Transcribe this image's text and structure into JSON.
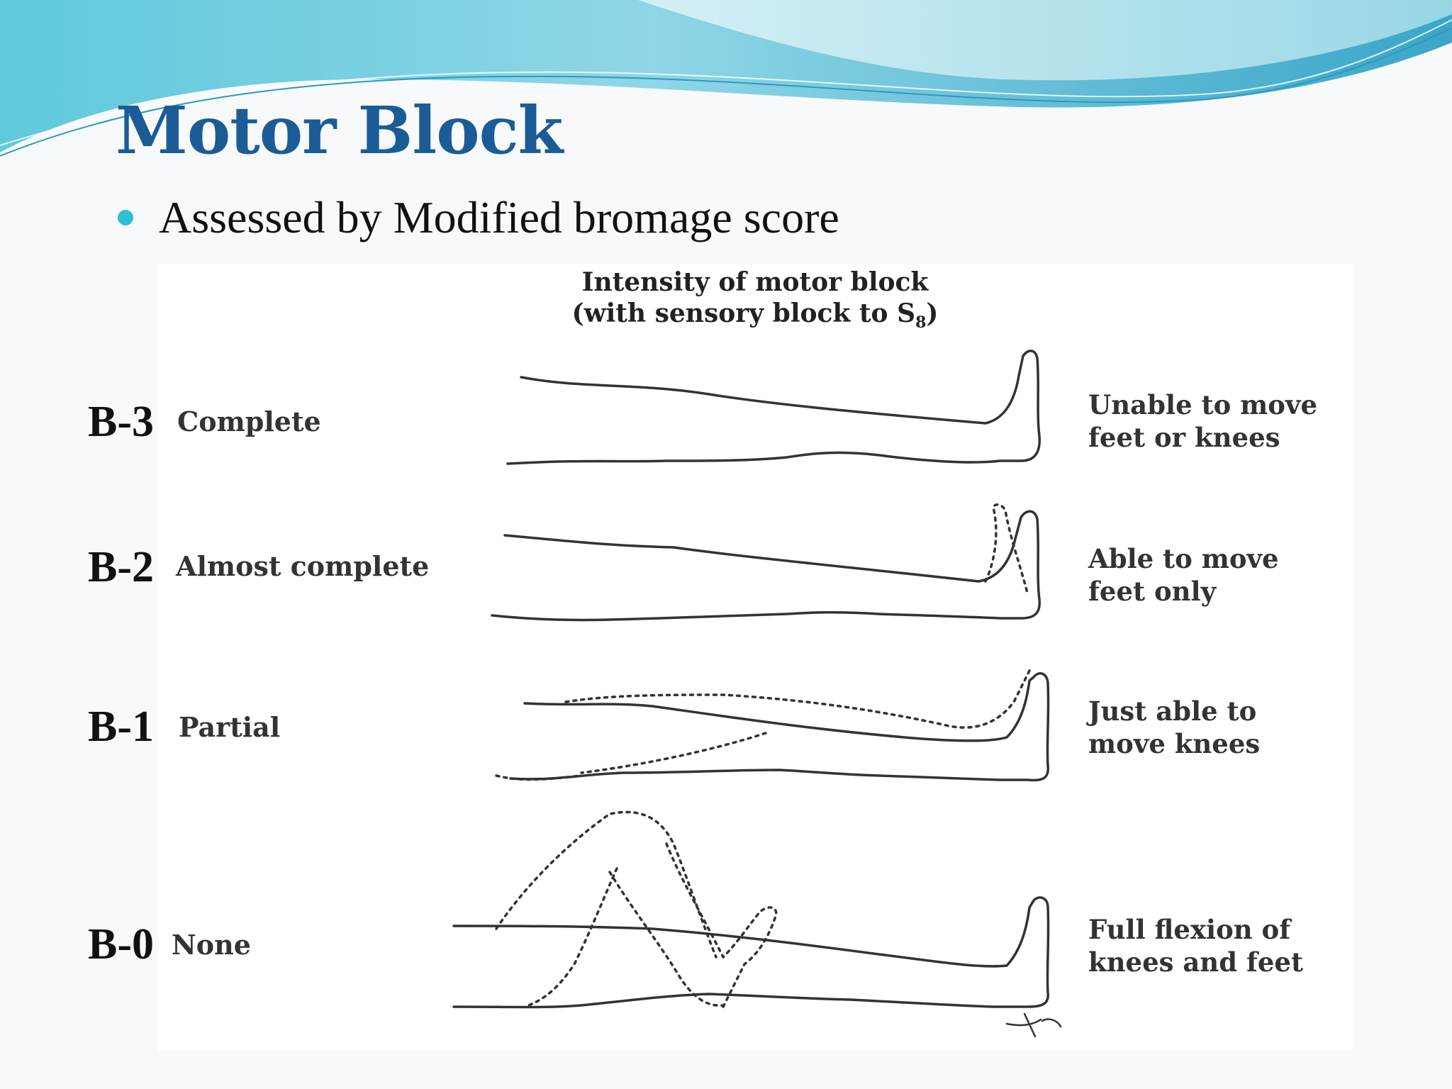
{
  "slide": {
    "title": "Motor Block",
    "bullet": "Assessed by Modified bromage score"
  },
  "figure": {
    "title_line1": "Intensity of motor block",
    "title_line2_prefix": "(with sensory block to S",
    "title_line2_sub": "8",
    "title_line2_suffix": ")",
    "rows": [
      {
        "grade": "B-3",
        "intensity": "Complete",
        "result": "Unable to move\nfeet or knees"
      },
      {
        "grade": "B-2",
        "intensity": "Almost complete",
        "result": "Able to move\nfeet only"
      },
      {
        "grade": "B-1",
        "intensity": "Partial",
        "result": "Just able to\nmove knees"
      },
      {
        "grade": "B-0",
        "intensity": "None",
        "result": "Full flexion of\nknees and feet"
      }
    ]
  },
  "colors": {
    "title": "#1b5c96",
    "bullet": "#2cc0d3",
    "banner_light": "#b9e9f1",
    "banner_dark": "#3fb3cf"
  }
}
